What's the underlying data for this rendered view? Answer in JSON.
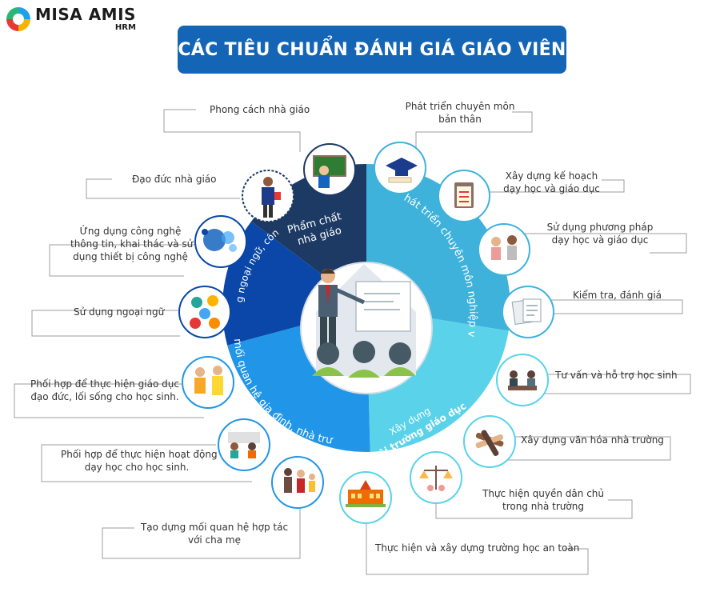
{
  "brand": {
    "name": "MISA AMIS",
    "sub": "HRM"
  },
  "title": "CÁC TIÊU CHUẨN ĐÁNH GIÁ GIÁO VIÊN",
  "colors": {
    "title_bg": "#1565b6",
    "seg_pham_chat": "#1c3a63",
    "seg_phat_trien": "#3fb2dc",
    "seg_moi_truong": "#5ad3ea",
    "seg_quan_he": "#2196e8",
    "seg_ngoai_ngu": "#0a47a8",
    "connector": "#9e9e9e"
  },
  "segments": [
    {
      "id": "pham-chat",
      "lines": [
        "Phẩm chất",
        "nhà giáo"
      ]
    },
    {
      "id": "phat-trien",
      "text": "Phát triển chuyên môn nghiệp vụ"
    },
    {
      "id": "moi-truong",
      "lines": [
        "Xây dựng",
        "môi trường giáo dục"
      ]
    },
    {
      "id": "quan-he",
      "text": "Phát triển mối quan hệ gia đình, nhà trường, xã hội"
    },
    {
      "id": "ngoai-ngu",
      "text": "Sử dụng ngoại ngữ, công nghệ"
    }
  ],
  "items": {
    "phong_cach": "Phong cách nhà giáo",
    "dao_duc": "Đạo đức nhà giáo",
    "ung_dung_cntt": [
      "Ứng dụng công nghệ",
      "thông tin, khai thác và sử",
      "dụng thiết bị công nghệ"
    ],
    "ngoai_ngu": "Sử dụng ngoại ngữ",
    "phoi_hop_dao_duc": [
      "Phối hợp để thực hiện giáo dục",
      "đạo đức, lối sống cho học sinh."
    ],
    "phoi_hop_day_hoc": [
      "Phối hợp để thực hiện hoạt động",
      "dạy học cho học sinh."
    ],
    "cha_me": [
      "Tạo dựng mối quan hệ hợp tác",
      "với cha mẹ"
    ],
    "phat_trien_cm": [
      "Phát triển chuyên môn",
      "bản thân"
    ],
    "ke_hoach": [
      "Xây dựng kế hoạch",
      "dạy học và giáo dục"
    ],
    "phuong_phap": [
      "Sử dụng phương pháp",
      "dạy học và giáo dục"
    ],
    "kiem_tra": "Kiểm tra, đánh giá",
    "tu_van": "Tư vấn và hỗ trợ học sinh",
    "van_hoa": "Xây dựng văn hóa nhà trường",
    "dan_chu": [
      "Thực hiện quyền dân chủ",
      "trong nhà trường"
    ],
    "an_toan": "Thực hiện và xây dựng trường học an toàn"
  },
  "icons": [
    "teacher-board-icon",
    "teacher-standing-icon",
    "globe-dots-icon",
    "languages-icon",
    "parent-teacher-icon",
    "classroom-meeting-icon",
    "family-icon",
    "graduation-cap-icon",
    "checklist-icon",
    "teaching-method-icon",
    "documents-icon",
    "counseling-icon",
    "hands-together-icon",
    "scales-icon",
    "school-building-icon",
    "presenter-icon"
  ]
}
